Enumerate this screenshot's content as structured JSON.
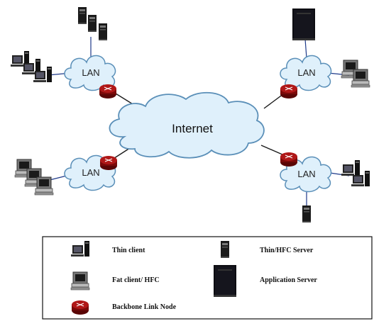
{
  "network": {
    "internet_label": "Internet",
    "lan_label": "LAN"
  },
  "legend": {
    "thin_client": "Thin client",
    "fat_client": "Fat client/ HFC",
    "backbone_node": "Backbone Link Node",
    "thin_hfc_server": "Thin/HFC Server",
    "application_server": "Application Server"
  },
  "colors": {
    "cloud_fill": "#dff0fb",
    "cloud_stroke": "#5a8fb8",
    "router_red": "#a01010",
    "link_line": "#1a1a1a",
    "lan_line": "#1e3a8a"
  },
  "icons": [
    "thin-client-icon",
    "fat-client-icon",
    "backbone-node-icon",
    "thin-hfc-server-icon",
    "application-server-icon"
  ]
}
